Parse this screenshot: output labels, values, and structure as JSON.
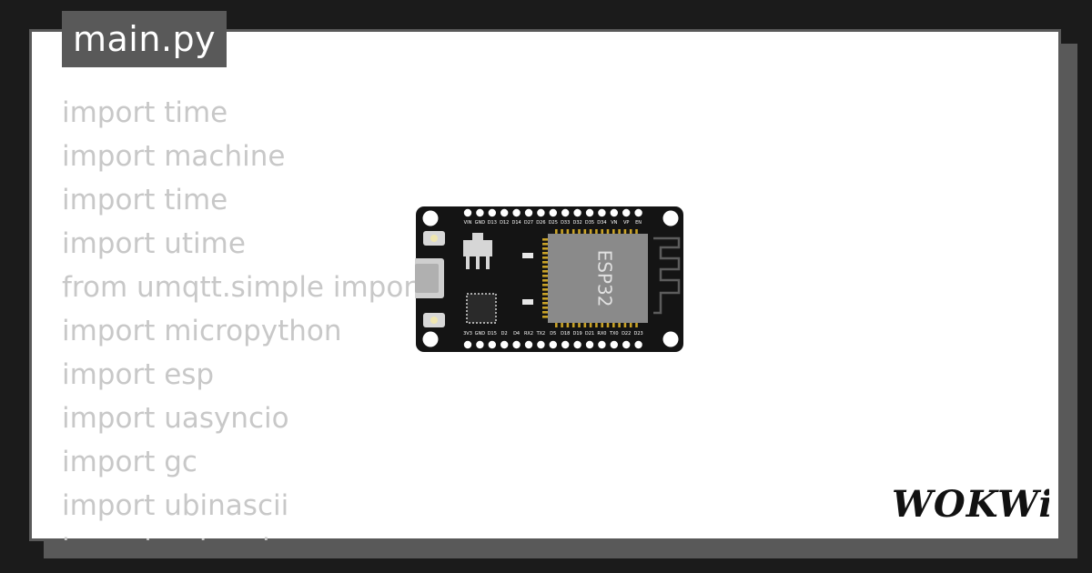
{
  "editor": {
    "filename": "main.py",
    "code_lines": [
      "import time",
      "import machine",
      "import time",
      "import utime",
      "from umqtt.simple import",
      "import micropython",
      "import esp",
      "import uasyncio",
      "import gc",
      "import ubinascii",
      "import network"
    ]
  },
  "board": {
    "chip_label": "ESP32",
    "top_pins": [
      "VIN",
      "GND",
      "D13",
      "D12",
      "D14",
      "D27",
      "D26",
      "D25",
      "D33",
      "D32",
      "D35",
      "D34",
      "VN",
      "VP",
      "EN"
    ],
    "bottom_pins": [
      "3V3",
      "GND",
      "D15",
      "D2",
      "D4",
      "RX2",
      "TX2",
      "D5",
      "D18",
      "D19",
      "D21",
      "RX0",
      "TX0",
      "D22",
      "D23"
    ]
  },
  "brand": {
    "logo_text": "WOKWi"
  },
  "colors": {
    "page_background": "#1b1b1b",
    "card_border": "#595959",
    "code_text": "#c8c8c8",
    "board": "#141414",
    "chip": "#8a8a8a",
    "pad_gold": "#c9a227"
  }
}
